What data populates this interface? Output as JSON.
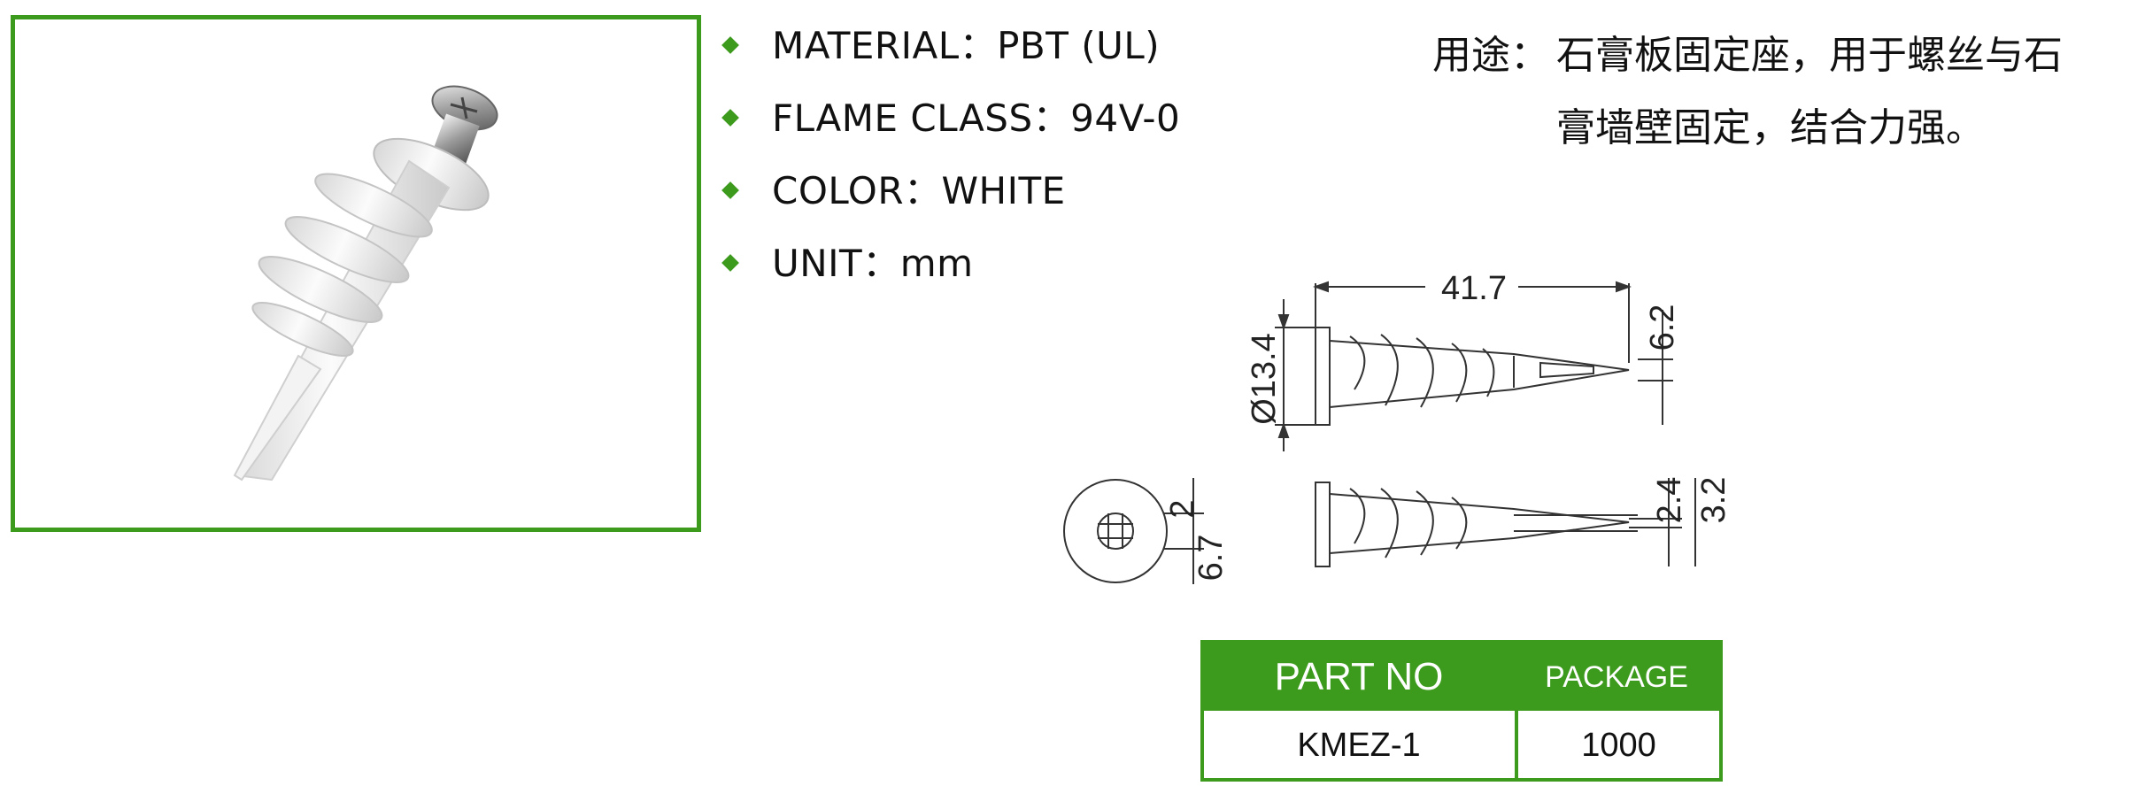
{
  "specs": [
    {
      "label": "MATERIAL：PBT (UL)"
    },
    {
      "label": "FLAME CLASS：94V-0"
    },
    {
      "label": "COLOR：WHITE"
    },
    {
      "label": "UNIT：mm"
    }
  ],
  "usage": {
    "label": "用途：",
    "line1": "石膏板固定座，用于螺丝与石",
    "line2": "膏墙壁固定，结合力强。"
  },
  "dimensions": {
    "length": "41.7",
    "tip_height": "6.2",
    "head_diameter": "Ø13.4",
    "slot_width": "2",
    "slot_length": "6.7",
    "inner_small": "2.4",
    "inner_large": "3.2"
  },
  "table": {
    "header_part": "PART NO",
    "header_package": "PACKAGE",
    "part_no": "KMEZ-1",
    "package": "1000"
  },
  "colors": {
    "accent": "#3c9a1c"
  }
}
